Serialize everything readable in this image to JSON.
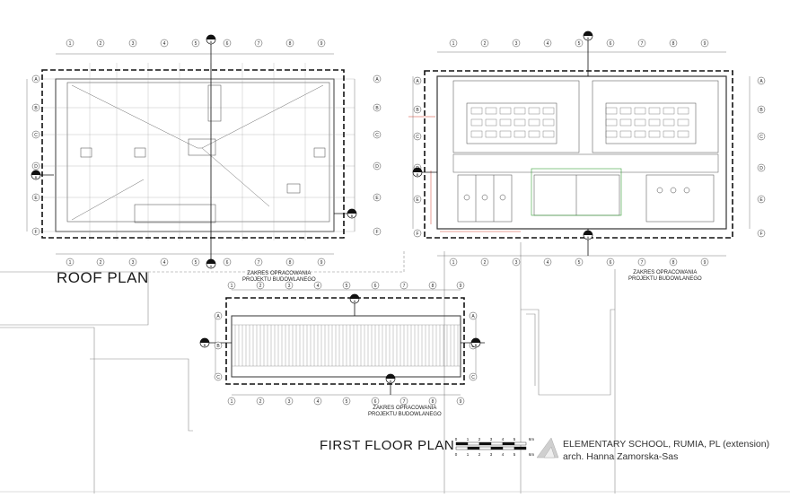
{
  "drawing": {
    "roof_plan_label": "ROOF PLAN",
    "first_floor_plan_label": "FIRST FLOOR PLAN",
    "scope_note": {
      "line1": "ZAKRES OPRACOWANIA",
      "line2": "PROJEKTU BUDOWLANEGO"
    },
    "project": {
      "title": "ELEMENTARY SCHOOL, RUMIA, PL (extension)",
      "author": "arch. Hanna Zamorska-Sas"
    },
    "scale_bar": {
      "ticks": [
        "0",
        "1",
        "2",
        "3",
        "4",
        "5"
      ],
      "unit": "6m"
    },
    "grid_axes": {
      "columns": [
        "1",
        "2",
        "3",
        "4",
        "5",
        "6",
        "7",
        "8",
        "9"
      ],
      "rows": [
        "A",
        "B",
        "C",
        "D",
        "E",
        "F"
      ]
    },
    "section_marks": [
      "A",
      "A",
      "B",
      "B"
    ]
  },
  "colors": {
    "line": "#3a3a3a",
    "boundary": "#111111",
    "accent_red": "#d23a2a",
    "accent_green": "#3aa23a"
  }
}
